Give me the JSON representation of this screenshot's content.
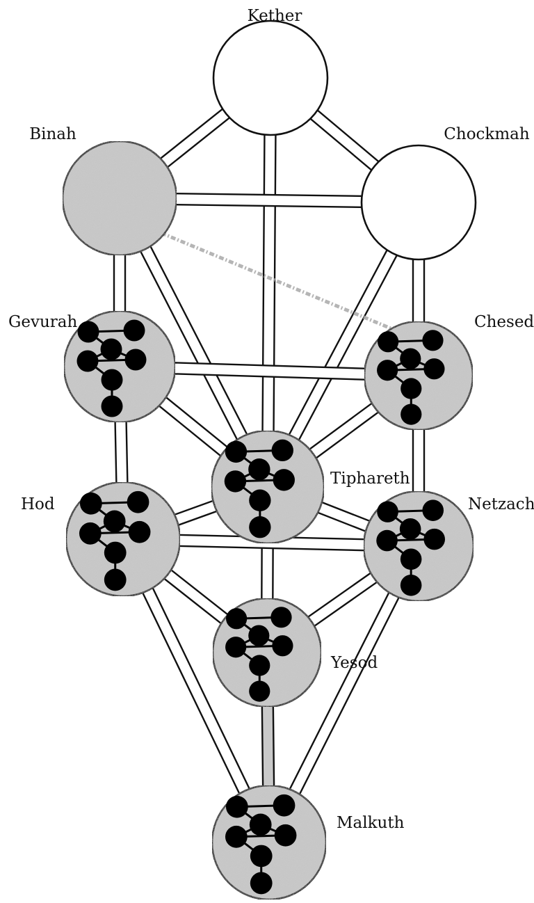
{
  "diagram": {
    "nodes": [
      {
        "id": "kether",
        "label": "Kether",
        "shaded": false,
        "contains_tree": false
      },
      {
        "id": "chockmah",
        "label": "Chockmah",
        "shaded": false,
        "contains_tree": false
      },
      {
        "id": "binah",
        "label": "Binah",
        "shaded": true,
        "contains_tree": false
      },
      {
        "id": "chesed",
        "label": "Chesed",
        "shaded": true,
        "contains_tree": true
      },
      {
        "id": "gevurah",
        "label": "Gevurah",
        "shaded": true,
        "contains_tree": true
      },
      {
        "id": "tiphareth",
        "label": "Tiphareth",
        "shaded": true,
        "contains_tree": true
      },
      {
        "id": "netzach",
        "label": "Netzach",
        "shaded": true,
        "contains_tree": true
      },
      {
        "id": "hod",
        "label": "Hod",
        "shaded": true,
        "contains_tree": true
      },
      {
        "id": "yesod",
        "label": "Yesod",
        "shaded": true,
        "contains_tree": true
      },
      {
        "id": "malkuth",
        "label": "Malkuth",
        "shaded": true,
        "contains_tree": true
      }
    ],
    "paths": [
      [
        "kether",
        "binah"
      ],
      [
        "kether",
        "chockmah"
      ],
      [
        "kether",
        "tiphareth"
      ],
      [
        "binah",
        "chockmah"
      ],
      [
        "binah",
        "gevurah"
      ],
      [
        "binah",
        "tiphareth"
      ],
      [
        "chockmah",
        "chesed"
      ],
      [
        "chockmah",
        "tiphareth"
      ],
      [
        "gevurah",
        "chesed"
      ],
      [
        "gevurah",
        "tiphareth"
      ],
      [
        "gevurah",
        "hod"
      ],
      [
        "chesed",
        "tiphareth"
      ],
      [
        "chesed",
        "netzach"
      ],
      [
        "tiphareth",
        "hod"
      ],
      [
        "tiphareth",
        "netzach"
      ],
      [
        "tiphareth",
        "yesod"
      ],
      [
        "hod",
        "netzach"
      ],
      [
        "hod",
        "yesod"
      ],
      [
        "hod",
        "malkuth"
      ],
      [
        "netzach",
        "yesod"
      ],
      [
        "netzach",
        "malkuth"
      ],
      [
        "yesod",
        "malkuth"
      ]
    ],
    "shaded_paths": [
      [
        "yesod",
        "malkuth"
      ]
    ],
    "dashed_link": [
      "binah",
      "chesed"
    ],
    "colors": {
      "line": "#111111",
      "node_shaded": "#c6c6c6",
      "node_plain": "#ffffff",
      "dashed_link": "#a8a8a8",
      "mini_tree": "#000000"
    }
  }
}
